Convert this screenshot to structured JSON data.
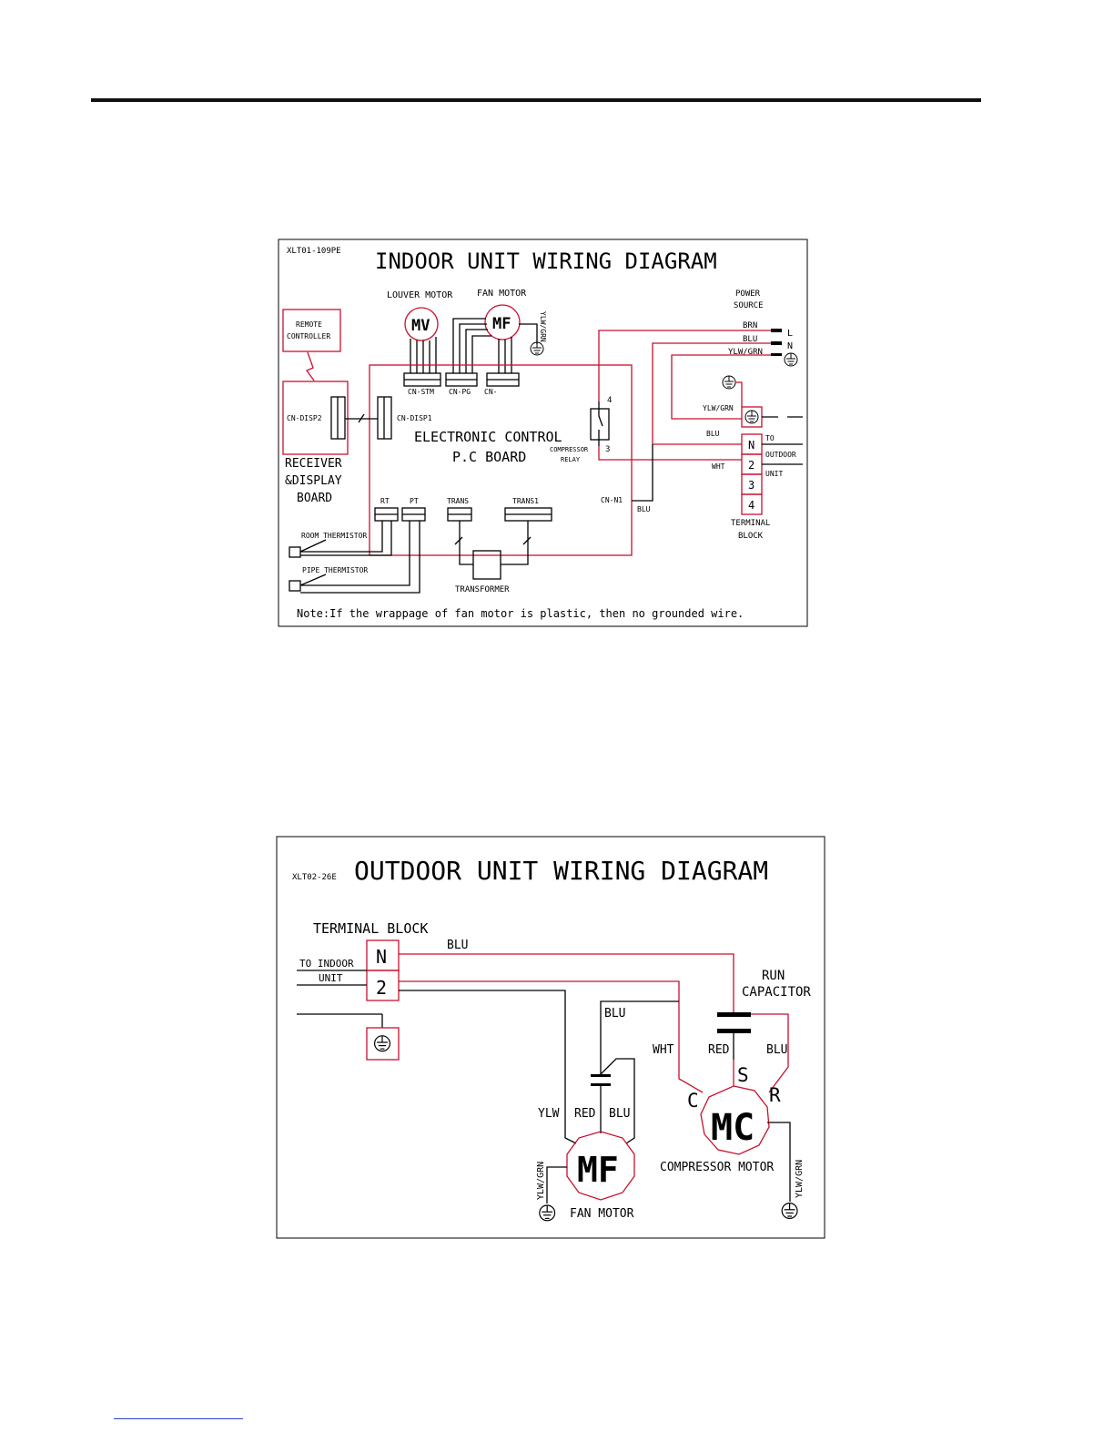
{
  "indoor": {
    "code": "XLT01-109PE",
    "title": "INDOOR UNIT WIRING DIAGRAM",
    "louver_motor_label": "LOUVER MOTOR",
    "louver_motor_symbol": "MV",
    "fan_motor_label": "FAN MOTOR",
    "fan_motor_symbol": "MF",
    "fan_ground_label": "YLW/GRN",
    "power_source": [
      "POWER",
      "SOURCE"
    ],
    "power_wires": [
      "BRN",
      "BLU",
      "YLW/GRN"
    ],
    "power_terminals": [
      "L",
      "N"
    ],
    "remote_controller": [
      "REMOTE",
      "CONTROLLER"
    ],
    "cn_disp2": "CN-DISP2",
    "cn_disp1": "CN-DISP1",
    "receiver": [
      "RECEIVER",
      "&DISPLAY",
      "BOARD"
    ],
    "board_title": [
      "ELECTRONIC CONTROL",
      "P.C BOARD"
    ],
    "connectors": [
      "CN-STM",
      "CN-PG",
      "CN-"
    ],
    "relay_label": [
      "COMPRESSOR",
      "RELAY"
    ],
    "relay_pins": [
      "4",
      "3"
    ],
    "ground_wire_label": "YLW/GRN",
    "blu": "BLU",
    "wht": "WHT",
    "to_outdoor": [
      "TO",
      "OUTDOOR",
      "UNIT"
    ],
    "terminal_numbers": [
      "N",
      "2",
      "3",
      "4"
    ],
    "terminal_block": [
      "TERMINAL",
      "BLOCK"
    ],
    "bottom_connectors": [
      "RT",
      "PT",
      "TRANS",
      "TRANS1"
    ],
    "cn_n1": "CN-N1",
    "cn_n1_wire": "BLU",
    "room_thermistor": "ROOM THERMISTOR",
    "pipe_thermistor": "PIPE THERMISTOR",
    "transformer": "TRANSFORMER",
    "note": "Note:If the wrappage of fan motor is plastic, then no grounded wire."
  },
  "outdoor": {
    "code": "XLT02-26E",
    "title": "OUTDOOR UNIT WIRING DIAGRAM",
    "terminal_block": "TERMINAL BLOCK",
    "terminals": [
      "N",
      "2"
    ],
    "to_indoor": [
      "TO INDOOR",
      "UNIT"
    ],
    "blu_top": "BLU",
    "run_capacitor": [
      "RUN",
      "CAPACITOR"
    ],
    "blu_mid": "BLU",
    "wht": "WHT",
    "red": "RED",
    "blu_right": "BLU",
    "s": "S",
    "c": "C",
    "r": "R",
    "mc": "MC",
    "compressor_motor": "COMPRESSOR MOTOR",
    "comp_ground": "YLW/GRN",
    "ylw": "YLW",
    "red2": "RED",
    "blu2": "BLU",
    "mf": "MF",
    "fan_ground": "YLW/GRN",
    "fan_motor": "FAN MOTOR"
  },
  "colors": {
    "wire_red": "#c8102e",
    "ink": "#000000",
    "link": "#2a45c8"
  }
}
